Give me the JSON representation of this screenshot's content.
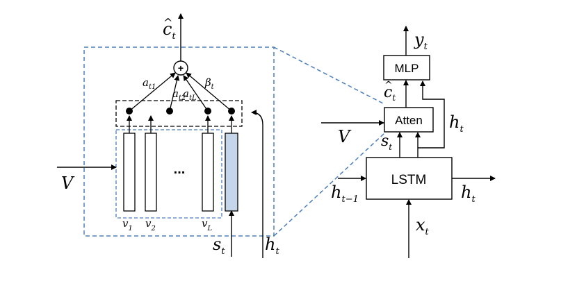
{
  "colors": {
    "line": "#000000",
    "dashed_blue": "#4a7ebb",
    "highlight_fill": "#c6d6ea"
  },
  "left": {
    "output": {
      "base": "c",
      "hat": "^",
      "sub": "t"
    },
    "op_symbol": "+",
    "weights": [
      {
        "base": "a",
        "sub": "t1"
      },
      {
        "base": "a",
        "sub": "t2"
      },
      {
        "base": "a",
        "sub": "tL"
      },
      {
        "base": "β",
        "sub": "t"
      }
    ],
    "input_V": "V",
    "ellipsis": "...",
    "features": [
      {
        "base": "v",
        "sub": "1"
      },
      {
        "base": "v",
        "sub": "2"
      },
      {
        "base": "v",
        "sub": "L"
      }
    ],
    "s_input": {
      "base": "s",
      "sub": "t"
    },
    "h_input": {
      "base": "h",
      "sub": "t"
    }
  },
  "right": {
    "y_out": {
      "base": "y",
      "sub": "t"
    },
    "mlp_label": "MLP",
    "c_hat": {
      "base": "c",
      "hat": "^",
      "sub": "t"
    },
    "atten_label": "Atten",
    "h_side": {
      "base": "h",
      "sub": "t"
    },
    "input_V": "V",
    "s_label": {
      "base": "s",
      "sub": "t"
    },
    "lstm_label": "LSTM",
    "h_prev": {
      "base": "h",
      "sub": "t−1"
    },
    "h_out": {
      "base": "h",
      "sub": "t"
    },
    "x_in": {
      "base": "x",
      "sub": "t"
    }
  }
}
